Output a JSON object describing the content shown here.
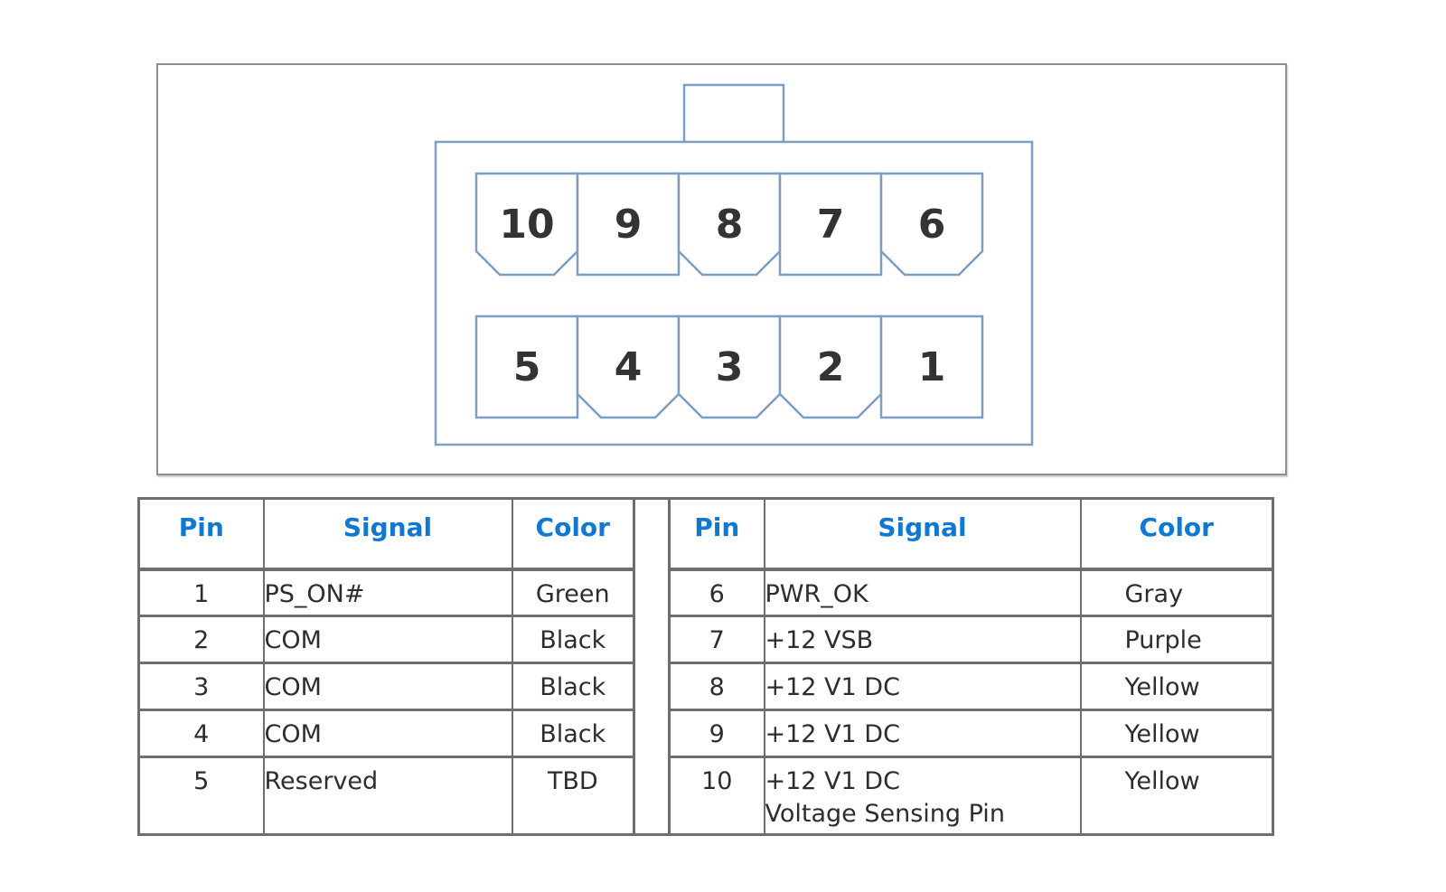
{
  "diagram": {
    "box_border_color": "#8f8f8f",
    "connector": {
      "line_color": "#7e9dc3",
      "number_color": "#333333",
      "top_row": [
        {
          "label": "10",
          "chamfer": true
        },
        {
          "label": "9",
          "chamfer": false
        },
        {
          "label": "8",
          "chamfer": true
        },
        {
          "label": "7",
          "chamfer": false
        },
        {
          "label": "6",
          "chamfer": true
        }
      ],
      "bottom_row": [
        {
          "label": "5",
          "chamfer": false
        },
        {
          "label": "4",
          "chamfer": true
        },
        {
          "label": "3",
          "chamfer": true
        },
        {
          "label": "2",
          "chamfer": true
        },
        {
          "label": "1",
          "chamfer": false
        }
      ]
    }
  },
  "tables": {
    "header_color": "#0f78d1",
    "border_color": "#6e6e6e",
    "left": {
      "headers": [
        "Pin",
        "Signal",
        "Color"
      ],
      "rows": [
        {
          "pin": "1",
          "signal": "PS_ON#",
          "color": "Green"
        },
        {
          "pin": "2",
          "signal": "COM",
          "color": "Black"
        },
        {
          "pin": "3",
          "signal": "COM",
          "color": "Black"
        },
        {
          "pin": "4",
          "signal": "COM",
          "color": "Black"
        },
        {
          "pin": "5",
          "signal": "Reserved",
          "color": "TBD"
        }
      ]
    },
    "right": {
      "headers": [
        "Pin",
        "Signal",
        "Color"
      ],
      "rows": [
        {
          "pin": "6",
          "signal": "PWR_OK",
          "color": "Gray"
        },
        {
          "pin": "7",
          "signal": "+12 VSB",
          "color": "Purple"
        },
        {
          "pin": "8",
          "signal": "+12 V1 DC",
          "color": "Yellow"
        },
        {
          "pin": "9",
          "signal": "+12 V1 DC",
          "color": "Yellow"
        },
        {
          "pin": "10",
          "signal": "+12 V1 DC",
          "signal_line2": "Voltage Sensing Pin",
          "color": "Yellow"
        }
      ]
    }
  }
}
